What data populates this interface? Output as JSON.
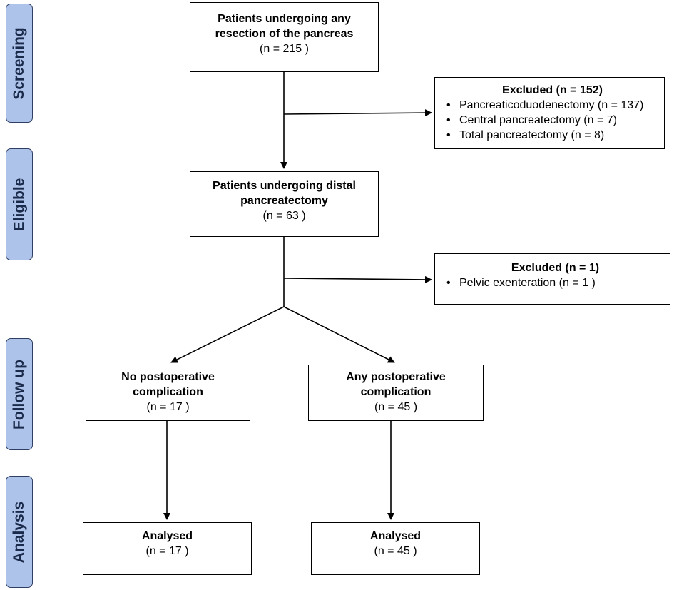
{
  "stages": {
    "screening": "Screening",
    "eligible": "Eligible",
    "follow_up": "Follow up",
    "analysis": "Analysis"
  },
  "boxes": {
    "screened": {
      "title_1": "Patients undergoing any",
      "title_2": "resection of the pancreas",
      "count": "(n = 215 )"
    },
    "excluded_1": {
      "title": "Excluded (n = 152)",
      "items": [
        "Pancreaticoduodenectomy (n = 137)",
        "Central pancreatectomy (n = 7)",
        "Total pancreatectomy (n = 8)"
      ]
    },
    "eligible": {
      "title_1": "Patients undergoing distal",
      "title_2": "pancreatectomy",
      "count": "(n = 63 )"
    },
    "excluded_2": {
      "title": "Excluded  (n = 1)",
      "items": [
        "Pelvic exenteration (n = 1 )"
      ]
    },
    "no_complication": {
      "title_1": "No postoperative",
      "title_2": "complication",
      "count": "(n = 17 )"
    },
    "any_complication": {
      "title_1": "Any postoperative",
      "title_2": "complication",
      "count": "(n = 45 )"
    },
    "analysed_left": {
      "title": "Analysed",
      "count": "(n = 17 )"
    },
    "analysed_right": {
      "title": "Analysed",
      "count": "(n = 45 )"
    }
  },
  "colors": {
    "stage_fill": "#aec3ea",
    "stage_border": "#2f3e63",
    "line": "#000000"
  }
}
